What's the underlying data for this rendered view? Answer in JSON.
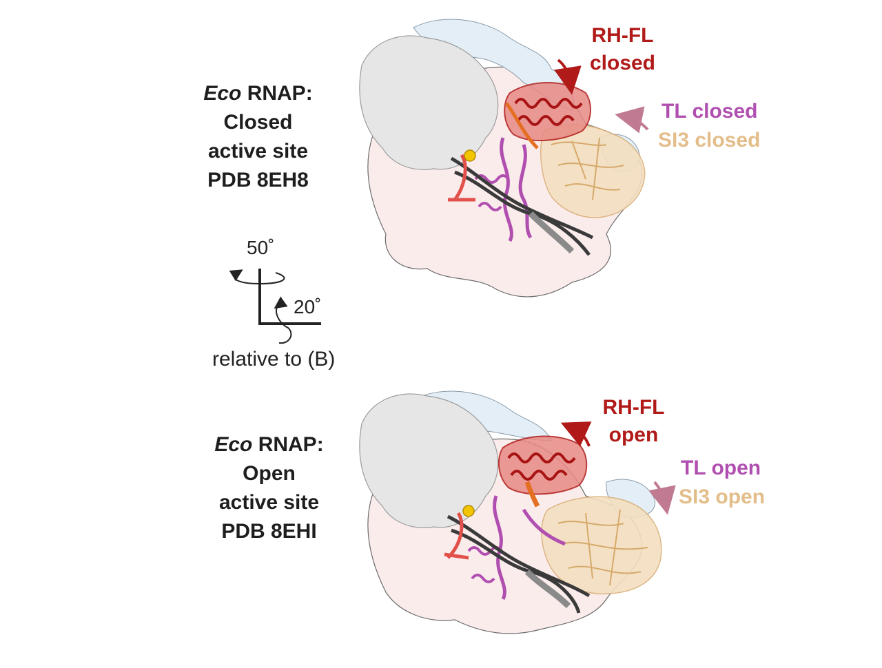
{
  "top_panel": {
    "organism": "Eco",
    "complex": "RNAP:",
    "state": "Closed",
    "site": "active site",
    "pdb": "PDB 8EH8",
    "rhfl_label": "RH-FL",
    "rhfl_state": "closed",
    "tl_label": "TL closed",
    "si3_label": "SI3 closed"
  },
  "bottom_panel": {
    "organism": "Eco",
    "complex": "RNAP:",
    "state": "Open",
    "site": "active site",
    "pdb": "PDB 8EHI",
    "rhfl_label": "RH-FL",
    "rhfl_state": "open",
    "tl_label": "TL open",
    "si3_label": "SI3 open"
  },
  "rotation_key": {
    "angle_vertical": "50˚",
    "angle_horizontal": "20˚",
    "caption": "relative to (B)"
  },
  "colors": {
    "rhfl": "#b01a18",
    "tl": "#b04fb0",
    "si3": "#e3bd8a",
    "dna": "#3a3a3a",
    "rna": "#e2504a",
    "surface_grey": "#e4e4e4",
    "surface_pink": "#fbecec",
    "surface_blue": "#e3eef6"
  }
}
